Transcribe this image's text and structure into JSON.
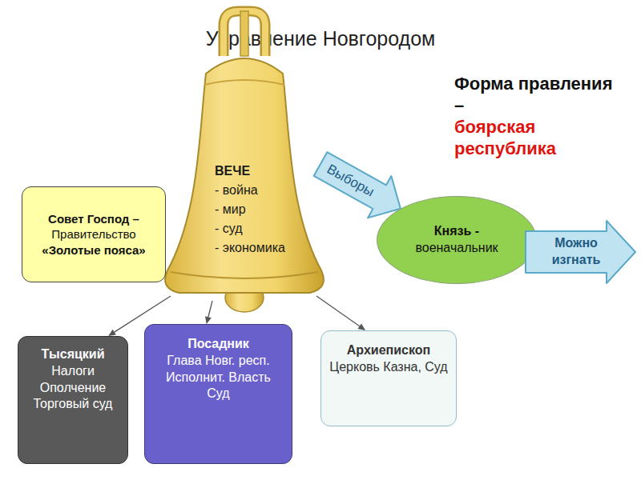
{
  "diagram": {
    "title": "Управление Новгородом",
    "nodes": [
      {
        "text": [
          "ВЕЧЕ",
          "- война",
          "- мир",
          "- суд",
          "- экономика"
        ]
      },
      {
        "text": [
          "Совет Господ –",
          "Правительство",
          "«Золотые пояса»"
        ]
      },
      {
        "text": [
          "Князь -",
          "военачальник"
        ]
      },
      {
        "text": [
          "Можно изгнать"
        ]
      },
      {
        "text": [
          "Тысяцкий",
          "Налоги Ополчение Торговый суд"
        ]
      },
      {
        "text": [
          "Посадник",
          "Глава Новг. респ. Исполнит. Власть Суд"
        ]
      },
      {
        "text": [
          "Архиепископ",
          "Церковь Казна, Суд"
        ]
      }
    ],
    "edges": [
      {
        "from": 0,
        "to": 2,
        "label": "Выборы",
        "arrow": "to"
      },
      {
        "from": 0,
        "to": 4,
        "arrow": "to"
      },
      {
        "from": 0,
        "to": 5,
        "arrow": "to"
      },
      {
        "from": 0,
        "to": 6,
        "arrow": "to"
      }
    ],
    "labels": [
      "Форма правления –",
      "боярская республика"
    ]
  }
}
